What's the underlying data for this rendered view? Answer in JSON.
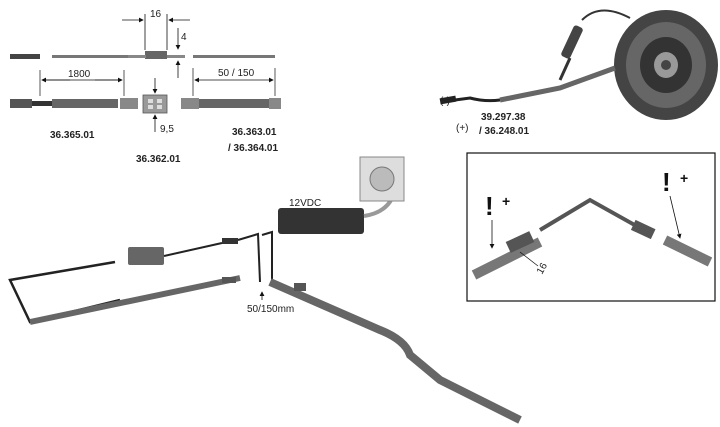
{
  "dimensions": {
    "connector_width": "16",
    "connector_height": "4",
    "cable_length": "1800",
    "lead_length": "50 / 150",
    "connector_depth": "9,5"
  },
  "parts": {
    "cable": "36.365.01",
    "connector": "36.362.01",
    "lead": "36.363.01",
    "lead_alt": "/ 36.364.01",
    "strip": "39.297.38",
    "strip_alt": "/ 36.248.01"
  },
  "polarity": {
    "negative": "(-)",
    "positive": "(+)"
  },
  "power": {
    "voltage": "12VDC",
    "lead_label": "50/150mm"
  },
  "detail": {
    "plus": "+",
    "gap": "16"
  }
}
